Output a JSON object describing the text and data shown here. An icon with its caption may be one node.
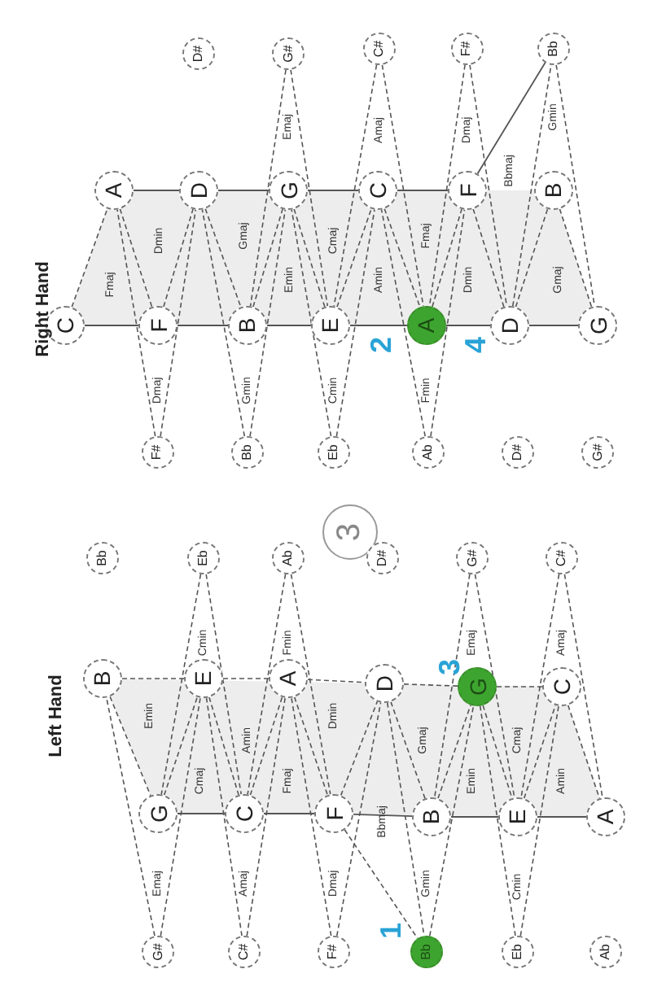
{
  "diagram": {
    "nodes": [
      {
        "text": [
          "C"
        ]
      },
      {
        "text": [
          "A"
        ]
      },
      {
        "text": [
          "F"
        ]
      },
      {
        "text": [
          "F#"
        ]
      },
      {
        "text": [
          "D"
        ]
      },
      {
        "text": [
          "D#"
        ]
      },
      {
        "text": [
          "B"
        ]
      },
      {
        "text": [
          "Bb"
        ]
      },
      {
        "text": [
          "G"
        ]
      },
      {
        "text": [
          "G#"
        ]
      },
      {
        "text": [
          "E"
        ]
      },
      {
        "text": [
          "Eb"
        ]
      },
      {
        "text": [
          "C"
        ]
      },
      {
        "text": [
          "C#"
        ]
      },
      {
        "text": [
          "A"
        ],
        "beside": [
          "2",
          "4"
        ]
      },
      {
        "text": [
          "Ab"
        ]
      },
      {
        "text": [
          "F"
        ]
      },
      {
        "text": [
          "F#"
        ]
      },
      {
        "text": [
          "D"
        ]
      },
      {
        "text": [
          "D#"
        ]
      },
      {
        "text": [
          "B"
        ]
      },
      {
        "text": [
          "Bb"
        ]
      },
      {
        "text": [
          "G"
        ]
      },
      {
        "text": [
          "G#"
        ]
      },
      {
        "text": [
          "3"
        ]
      },
      {
        "text": [
          "B"
        ]
      },
      {
        "text": [
          "Bb"
        ]
      },
      {
        "text": [
          "G"
        ]
      },
      {
        "text": [
          "G#"
        ]
      },
      {
        "text": [
          "E"
        ]
      },
      {
        "text": [
          "Eb"
        ]
      },
      {
        "text": [
          "C"
        ]
      },
      {
        "text": [
          "C#"
        ]
      },
      {
        "text": [
          "A"
        ]
      },
      {
        "text": [
          "Ab"
        ]
      },
      {
        "text": [
          "F"
        ]
      },
      {
        "text": [
          "F#"
        ]
      },
      {
        "text": [
          "D"
        ]
      },
      {
        "text": [
          "D#"
        ]
      },
      {
        "text": [
          "B"
        ]
      },
      {
        "text": [
          "Bb"
        ],
        "beside": [
          "1"
        ]
      },
      {
        "text": [
          "G"
        ],
        "beside": [
          "3"
        ]
      },
      {
        "text": [
          "G#"
        ]
      },
      {
        "text": [
          "E"
        ]
      },
      {
        "text": [
          "Eb"
        ]
      },
      {
        "text": [
          "C"
        ]
      },
      {
        "text": [
          "C#"
        ]
      },
      {
        "text": [
          "A"
        ]
      },
      {
        "text": [
          "Ab"
        ]
      }
    ],
    "edges": [
      {
        "from": 0,
        "to": 2,
        "arrow": "none"
      },
      {
        "from": 2,
        "to": 6,
        "arrow": "none"
      },
      {
        "from": 6,
        "to": 10,
        "arrow": "none"
      },
      {
        "from": 10,
        "to": 14,
        "arrow": "none"
      },
      {
        "from": 14,
        "to": 18,
        "arrow": "none"
      },
      {
        "from": 18,
        "to": 22,
        "arrow": "none"
      },
      {
        "from": 1,
        "to": 4,
        "arrow": "none"
      },
      {
        "from": 4,
        "to": 8,
        "arrow": "none"
      },
      {
        "from": 8,
        "to": 12,
        "arrow": "none"
      },
      {
        "from": 12,
        "to": 16,
        "arrow": "none"
      },
      {
        "from": 16,
        "to": 21,
        "arrow": "none"
      },
      {
        "from": 0,
        "to": 1,
        "arrow": "none",
        "style": "dashed"
      },
      {
        "from": 1,
        "to": 2,
        "arrow": "none",
        "style": "dashed"
      },
      {
        "from": 2,
        "to": 4,
        "arrow": "none",
        "style": "dashed"
      },
      {
        "from": 4,
        "to": 6,
        "arrow": "none",
        "style": "dashed"
      },
      {
        "from": 6,
        "to": 8,
        "arrow": "none",
        "style": "dashed"
      },
      {
        "from": 8,
        "to": 10,
        "arrow": "none",
        "style": "dashed"
      },
      {
        "from": 10,
        "to": 12,
        "arrow": "none",
        "style": "dashed"
      },
      {
        "from": 12,
        "to": 14,
        "arrow": "none",
        "style": "dashed"
      },
      {
        "from": 14,
        "to": 16,
        "arrow": "none",
        "style": "dashed"
      },
      {
        "from": 16,
        "to": 18,
        "arrow": "none",
        "style": "dashed"
      },
      {
        "from": 18,
        "to": 21,
        "arrow": "none",
        "style": "dashed"
      },
      {
        "from": 18,
        "to": 20,
        "arrow": "none",
        "style": "dashed"
      },
      {
        "from": 20,
        "to": 22,
        "arrow": "none",
        "style": "dashed"
      },
      {
        "from": 21,
        "to": 22,
        "arrow": "none",
        "style": "dashed"
      },
      {
        "from": 3,
        "to": 1,
        "arrow": "none",
        "style": "dashed"
      },
      {
        "from": 3,
        "to": 4,
        "arrow": "none",
        "style": "dashed"
      },
      {
        "from": 7,
        "to": 4,
        "arrow": "none",
        "style": "dashed"
      },
      {
        "from": 7,
        "to": 8,
        "arrow": "none",
        "style": "dashed"
      },
      {
        "from": 9,
        "to": 6,
        "arrow": "none",
        "style": "dashed"
      },
      {
        "from": 9,
        "to": 10,
        "arrow": "none",
        "style": "dashed"
      },
      {
        "from": 11,
        "to": 8,
        "arrow": "none",
        "style": "dashed"
      },
      {
        "from": 11,
        "to": 12,
        "arrow": "none",
        "style": "dashed"
      },
      {
        "from": 13,
        "to": 10,
        "arrow": "none",
        "style": "dashed"
      },
      {
        "from": 13,
        "to": 14,
        "arrow": "none",
        "style": "dashed"
      },
      {
        "from": 15,
        "to": 12,
        "arrow": "none",
        "style": "dashed"
      },
      {
        "from": 15,
        "to": 16,
        "arrow": "none",
        "style": "dashed"
      },
      {
        "from": 17,
        "to": 14,
        "arrow": "none",
        "style": "dashed"
      },
      {
        "from": 17,
        "to": 18,
        "arrow": "none",
        "style": "dashed"
      },
      {
        "from": 27,
        "to": 31,
        "arrow": "none"
      },
      {
        "from": 31,
        "to": 35,
        "arrow": "none"
      },
      {
        "from": 35,
        "to": 39,
        "arrow": "none"
      },
      {
        "from": 39,
        "to": 43,
        "arrow": "none"
      },
      {
        "from": 43,
        "to": 47,
        "arrow": "none"
      },
      {
        "from": 25,
        "to": 29,
        "arrow": "none",
        "style": "dashed"
      },
      {
        "from": 29,
        "to": 33,
        "arrow": "none",
        "style": "dashed"
      },
      {
        "from": 33,
        "to": 37,
        "arrow": "none",
        "style": "dashed"
      },
      {
        "from": 37,
        "to": 41,
        "arrow": "none",
        "style": "dashed"
      },
      {
        "from": 41,
        "to": 45,
        "arrow": "none",
        "style": "dashed"
      },
      {
        "from": 25,
        "to": 27,
        "arrow": "none",
        "style": "dashed"
      },
      {
        "from": 27,
        "to": 29,
        "arrow": "none",
        "style": "dashed"
      },
      {
        "from": 29,
        "to": 31,
        "arrow": "none",
        "style": "dashed"
      },
      {
        "from": 31,
        "to": 33,
        "arrow": "none",
        "style": "dashed"
      },
      {
        "from": 33,
        "to": 35,
        "arrow": "none",
        "style": "dashed"
      },
      {
        "from": 35,
        "to": 37,
        "arrow": "none",
        "style": "dashed"
      },
      {
        "from": 37,
        "to": 39,
        "arrow": "none",
        "style": "dashed"
      },
      {
        "from": 39,
        "to": 41,
        "arrow": "none",
        "style": "dashed"
      },
      {
        "from": 41,
        "to": 43,
        "arrow": "none",
        "style": "dashed"
      },
      {
        "from": 43,
        "to": 45,
        "arrow": "none",
        "style": "dashed"
      },
      {
        "from": 45,
        "to": 47,
        "arrow": "none",
        "style": "dashed"
      },
      {
        "from": 35,
        "to": 40,
        "arrow": "none",
        "style": "dashed"
      },
      {
        "from": 37,
        "to": 40,
        "arrow": "none",
        "style": "dashed"
      },
      {
        "from": 30,
        "to": 27,
        "arrow": "none",
        "style": "dashed"
      },
      {
        "from": 30,
        "to": 31,
        "arrow": "none",
        "style": "dashed"
      },
      {
        "from": 34,
        "to": 31,
        "arrow": "none",
        "style": "dashed"
      },
      {
        "from": 34,
        "to": 35,
        "arrow": "none",
        "style": "dashed"
      },
      {
        "from": 28,
        "to": 25,
        "arrow": "none",
        "style": "dashed"
      },
      {
        "from": 28,
        "to": 29,
        "arrow": "none",
        "style": "dashed"
      },
      {
        "from": 32,
        "to": 29,
        "arrow": "none",
        "style": "dashed"
      },
      {
        "from": 32,
        "to": 33,
        "arrow": "none",
        "style": "dashed"
      },
      {
        "from": 36,
        "to": 33,
        "arrow": "none",
        "style": "dashed"
      },
      {
        "from": 36,
        "to": 37,
        "arrow": "none",
        "style": "dashed"
      },
      {
        "from": 40,
        "to": 41,
        "arrow": "none",
        "style": "dashed"
      },
      {
        "from": 42,
        "to": 39,
        "arrow": "none",
        "style": "dashed"
      },
      {
        "from": 42,
        "to": 43,
        "arrow": "none",
        "style": "dashed"
      },
      {
        "from": 46,
        "to": 43,
        "arrow": "none",
        "style": "dashed"
      },
      {
        "from": 46,
        "to": 47,
        "arrow": "none",
        "style": "dashed"
      },
      {
        "from": 44,
        "to": 41,
        "arrow": "none",
        "style": "dashed"
      },
      {
        "from": 44,
        "to": 45,
        "arrow": "none",
        "style": "dashed"
      }
    ],
    "labels": [
      "Right Hand",
      "Fmaj",
      "Dmin",
      "Dmaj",
      "Gmaj",
      "Gmin",
      "Emaj",
      "Emin",
      "Cmaj",
      "Cmin",
      "Amaj",
      "Amin",
      "Fmaj",
      "Fmin",
      "Dmaj",
      "Dmin",
      "Bbmaj",
      "Gmin",
      "Gmaj",
      "Left Hand",
      "Emin",
      "Cmin",
      "Cmaj",
      "Emaj",
      "Amin",
      "Fmin",
      "Fmaj",
      "Amaj",
      "Dmin",
      "Dmaj",
      "Bbmaj",
      "Gmaj",
      "Gmin",
      "Emaj",
      "Emin",
      "Cmaj",
      "Cmin",
      "Amaj",
      "Amin"
    ]
  }
}
